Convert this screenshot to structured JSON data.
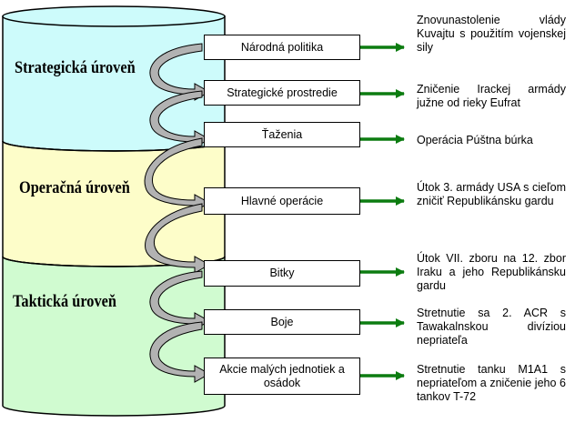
{
  "colors": {
    "strategic": "#cdfbfb",
    "operational": "#fdfdc9",
    "tactical": "#d0fbd0",
    "arrow_green": "#0c7c10",
    "spiral_fill": "#b2b2b2"
  },
  "levels": [
    {
      "id": "strategic",
      "label": "Strategická úroveň"
    },
    {
      "id": "operational",
      "label": "Operačná úroveň"
    },
    {
      "id": "tactical",
      "label": "Taktická úroveň"
    }
  ],
  "steps": [
    {
      "label": "Národná politika",
      "example": "Znovunastolenie vlády Kuvajtu s použitím vojenskej sily"
    },
    {
      "label": "Strategické prostredie",
      "example": "Zničenie Irackej armády južne od rieky Eufrat"
    },
    {
      "label": "Ťaženia",
      "example": "Operácia Púštna búrka"
    },
    {
      "label": "Hlavné operácie",
      "example": "Útok 3. armády USA s cieľom zničiť Republikánsku gardu"
    },
    {
      "label": "Bitky",
      "example": "Útok VII. zboru na 12. zbor Iraku a jeho Republikánsku gardu"
    },
    {
      "label": "Boje",
      "example": "Stretnutie sa 2. ACR s Tawakalnskou divíziou nepriateľa"
    },
    {
      "label": "Akcie malých jednotiek a osádok",
      "example": "Stretnutie tanku M1A1 s nepriateľom a zničenie jeho 6 tankov T-72"
    }
  ]
}
